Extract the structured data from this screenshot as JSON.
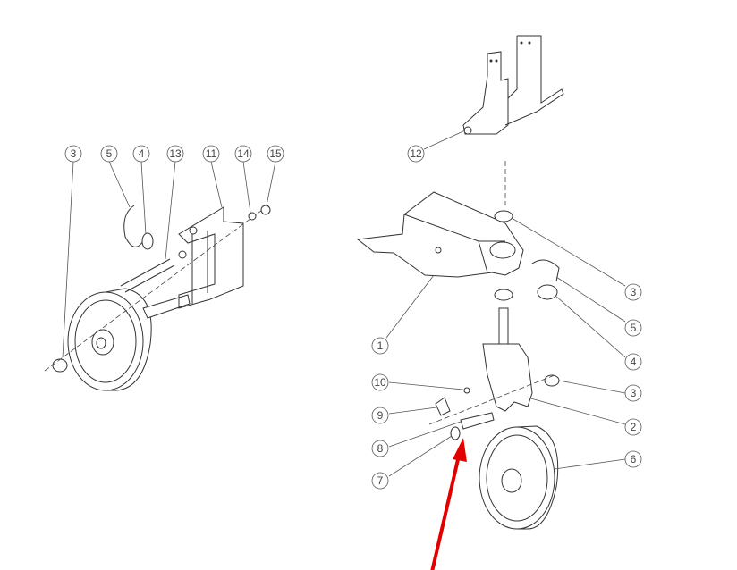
{
  "diagram": {
    "left_assembly_callouts": [
      "3",
      "5",
      "4",
      "13",
      "11",
      "14",
      "15"
    ],
    "top_bracket_callout": "12",
    "right_assembly_callouts": {
      "c3a": "3",
      "c5": "5",
      "c4": "4",
      "c1": "1",
      "c10": "10",
      "c3b": "3",
      "c9": "9",
      "c2": "2",
      "c8": "8",
      "c6": "6",
      "c7": "7"
    },
    "annotation_arrow_color": "#e00000"
  }
}
